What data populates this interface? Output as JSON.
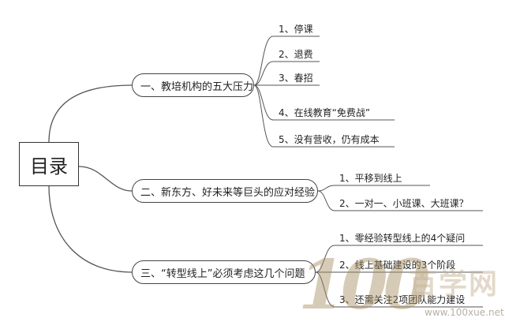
{
  "root": {
    "label": "目录"
  },
  "branches": [
    {
      "label": "一、教培机构的五大压力",
      "items": [
        "1、停课",
        "2、退费",
        "3、春招",
        "4、在线教育“免费战”",
        "5、没有营收，仍有成本"
      ]
    },
    {
      "label": "二、新东方、好未来等巨头的应对经验",
      "items": [
        "1、平移到线上",
        "2、一对一、小班课、大班课？"
      ]
    },
    {
      "label": "三、“转型线上”必须考虑这几个问题",
      "items": [
        "1、零经验转型线上的4个疑问",
        "2、线上基础建设的3个阶段",
        "3、还需关注2项团队能力建设"
      ]
    }
  ],
  "watermark": {
    "number": "100",
    "name": "百学网",
    "url": "www.100xue.net"
  },
  "colors": {
    "line": "#555555",
    "text": "#222222",
    "watermark": "#b49a6e"
  }
}
